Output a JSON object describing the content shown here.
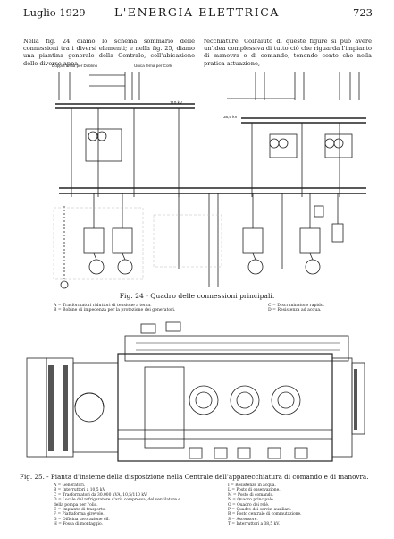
{
  "header": {
    "left": "Luglio 1929",
    "center": "L'ENERGIA ELETTRICA",
    "right": "723"
  },
  "body_text": {
    "left_column": "Nella fig. 24 diamo lo schema sommario delle connessioni tra i diversi elementi; e nella fig. 25, diamo una piantina generale della Centrale, coll'ubicazione delle diverse appa-",
    "right_column": "recchiature. Coll'aiuto di queste figure si può avere un'idea complessiva di tutto ciò che riguarda l'impianto di manovra e di comando, tenendo conto che nella pratica attuazione,"
  },
  "fig24": {
    "label_left": "Doppia terna per Dublino",
    "label_right": "Unica terna per Cork",
    "voltage_top": "110 kV",
    "voltage_bus": "38,5 kV",
    "caption": "Fig. 24 - Quadro delle connessioni principali.",
    "legend": [
      {
        "key": "A",
        "text": "= Trasformatori riduttori di tensione a terra."
      },
      {
        "key": "B",
        "text": "= Bobine di impedenza per la protezione dei generatori."
      },
      {
        "key": "C",
        "text": "= Discriminatore rapido."
      },
      {
        "key": "D",
        "text": "= Resistenza ad acqua."
      }
    ]
  },
  "fig25": {
    "caption": "Fig. 25. - Pianta d'insieme della disposizione nella Centrale dell'apparecchiatura di comando e di manovra.",
    "legend_left": [
      {
        "key": "A",
        "text": "= Generatori."
      },
      {
        "key": "B",
        "text": "= Interruttori a 10,5 kV."
      },
      {
        "key": "C",
        "text": "= Trasformatori da 30.000 kVA, 10,5/110 kV."
      },
      {
        "key": "D",
        "text": "= Locale del refrigeratore d'aria compressa, del ventilatore e della pompa per l'olio."
      },
      {
        "key": "E",
        "text": "= Impianto di trasporto."
      },
      {
        "key": "F",
        "text": "= Piattaforma girevole."
      },
      {
        "key": "G",
        "text": "= Officina lavorazione olî."
      },
      {
        "key": "H",
        "text": "= Fossa di montaggio."
      }
    ],
    "legend_right": [
      {
        "key": "I",
        "text": "= Resistenze in acqua."
      },
      {
        "key": "L",
        "text": "= Posto di osservazione."
      },
      {
        "key": "M",
        "text": "= Posto di comando."
      },
      {
        "key": "N",
        "text": "= Quadro principale."
      },
      {
        "key": "O",
        "text": "= Quadro dei relè."
      },
      {
        "key": "P",
        "text": "= Quadro dei servizi ausiliari."
      },
      {
        "key": "R",
        "text": "= Posto centrale di commutazione."
      },
      {
        "key": "S",
        "text": "= Ascensore."
      },
      {
        "key": "T",
        "text": "= Interruttori a 38,5 kV."
      }
    ]
  }
}
